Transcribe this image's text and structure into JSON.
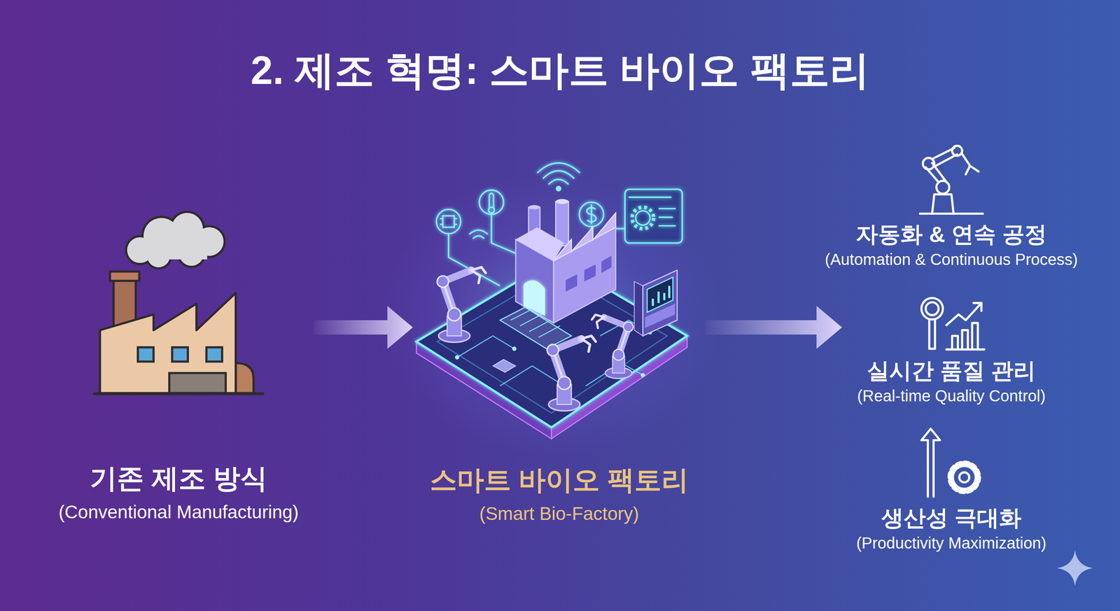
{
  "diagram": {
    "title": "2. 제조 혁명: 스마트 바이오 팩토리",
    "nodes": [
      {
        "text": [
          "기존 제조 방식",
          "(Conventional Manufacturing)"
        ]
      },
      {
        "text": [
          "스마트 바이오 팩토리",
          "(Smart Bio-Factory)"
        ]
      },
      {
        "text": [
          "자동화 & 연속 공정",
          "(Automation & Continuous Process)"
        ]
      },
      {
        "text": [
          "실시간 품질 관리",
          "(Real-time Quality Control)"
        ]
      },
      {
        "text": [
          "생산성 극대화",
          "(Productivity Maximization)"
        ]
      }
    ],
    "edges": [
      {
        "from": 0,
        "to": 1,
        "arrow": "to"
      },
      {
        "from": 1,
        "to": 3,
        "arrow": "to"
      }
    ]
  }
}
